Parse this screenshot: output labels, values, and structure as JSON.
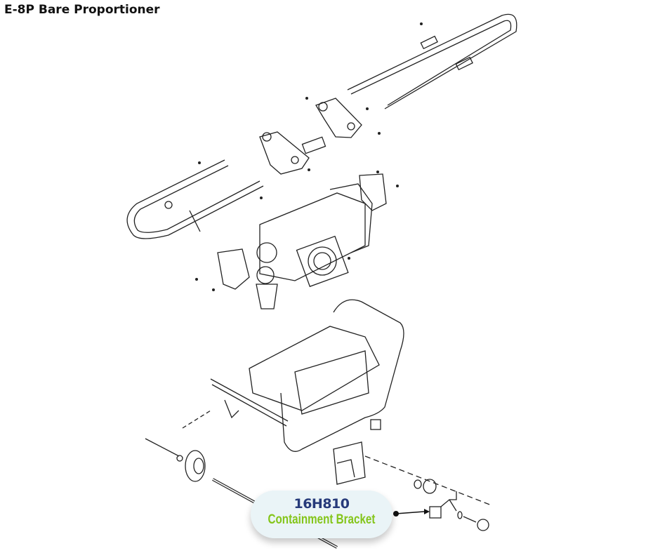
{
  "title": "E-8P Bare Proportioner",
  "callout": {
    "part_number": "16H810",
    "part_name": "Containment Bracket",
    "part_number_color": "#263a7a",
    "part_name_color": "#84c51a",
    "bubble_color": "#eaf4f7"
  }
}
